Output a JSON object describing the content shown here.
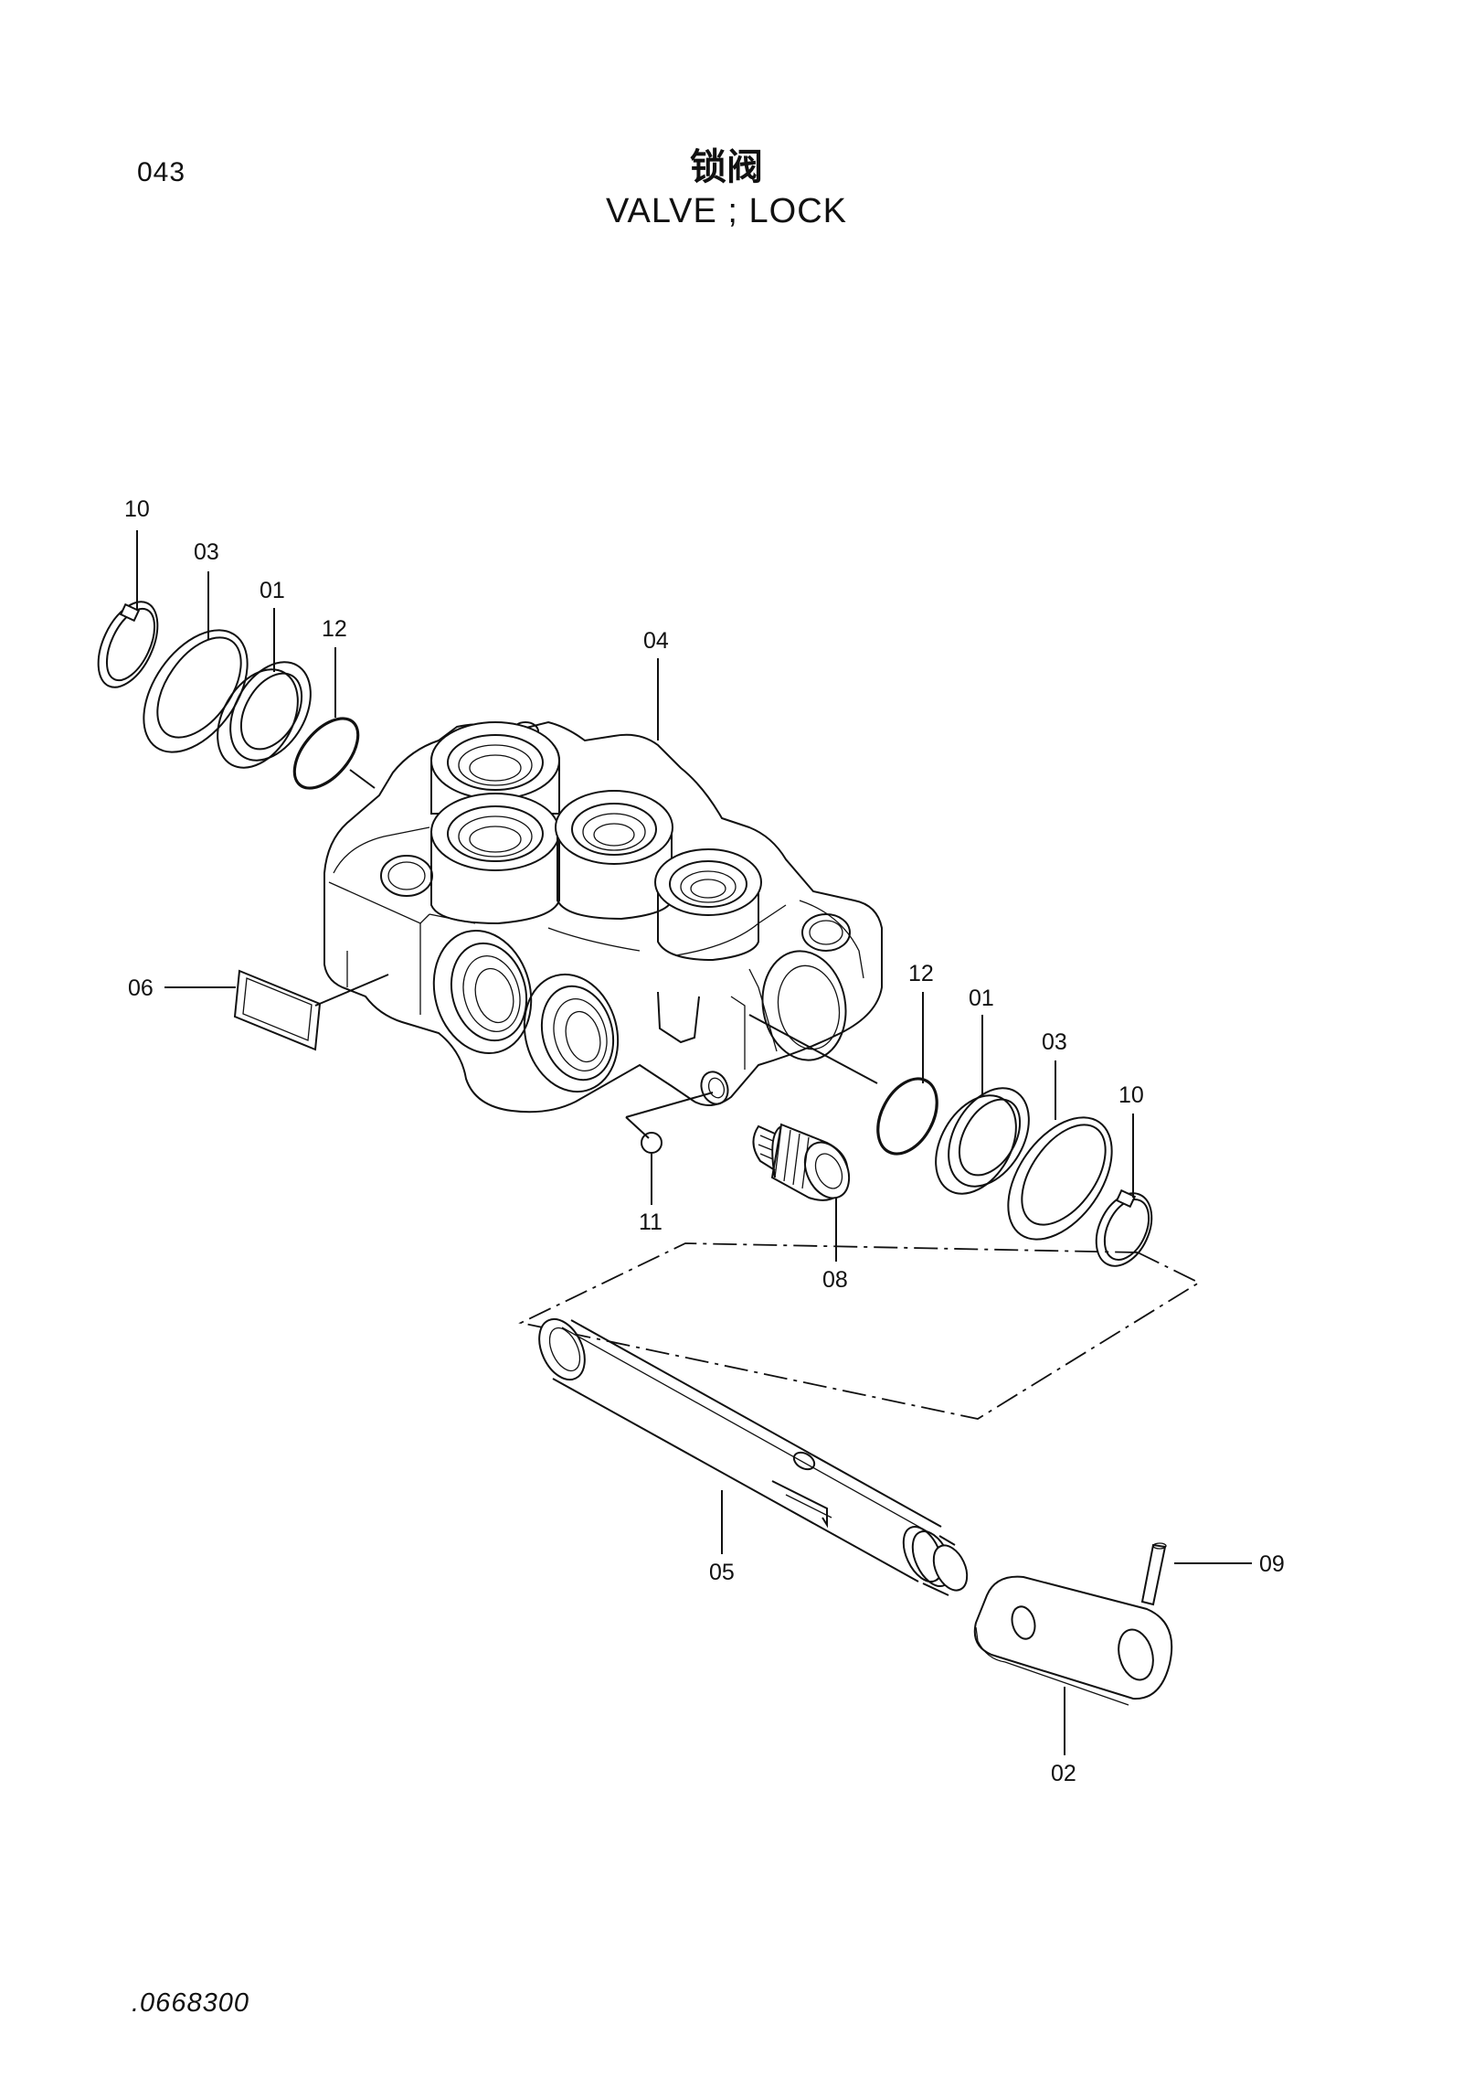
{
  "header": {
    "page_number": "043",
    "title_cn": "锁阀",
    "title_en": "VALVE ; LOCK"
  },
  "footer": {
    "drawing_number": ".0668300"
  },
  "callouts": {
    "ring_10_left": "10",
    "washer_03_left": "03",
    "bushing_01_left": "01",
    "oring_12_left": "12",
    "body_04": "04",
    "plate_06": "06",
    "oring_12_right": "12",
    "bushing_01_right": "01",
    "washer_03_right": "03",
    "ring_10_right": "10",
    "ball_11": "11",
    "plug_08": "08",
    "spool_05": "05",
    "pin_09": "09",
    "lever_02": "02"
  }
}
